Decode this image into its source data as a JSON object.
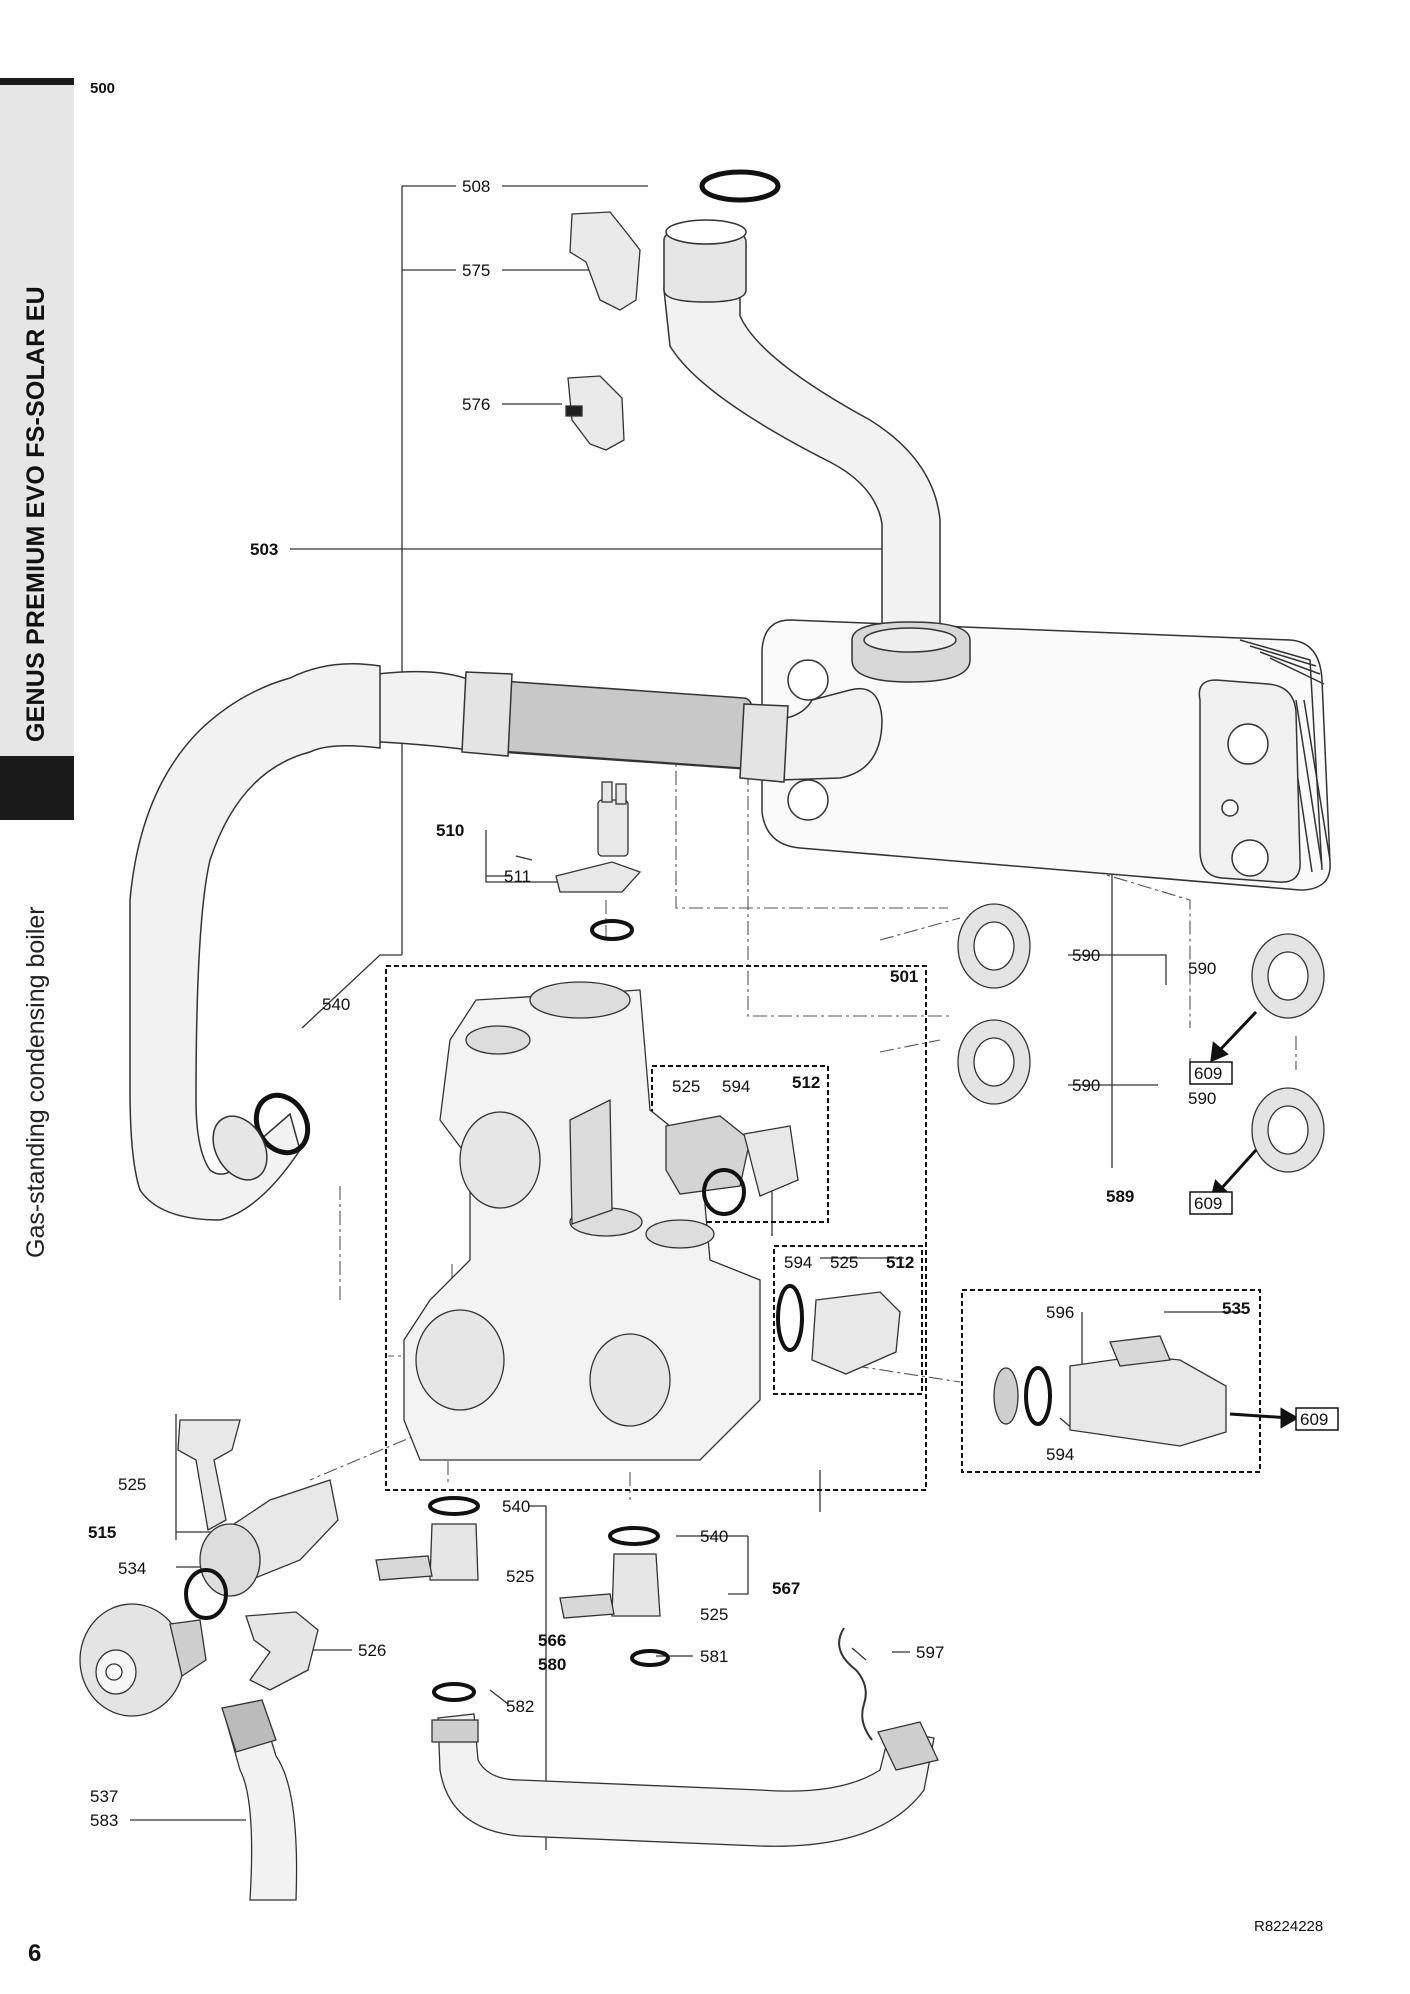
{
  "page": {
    "section": "500",
    "model_title": "GENUS PREMIUM EVO FS-SOLAR EU",
    "subtitle": "Gas-standing condensing boiler",
    "page_number": "6",
    "reference": "R8224228"
  },
  "labels": {
    "l508": "508",
    "l575": "575",
    "l576": "576",
    "l503": "503",
    "l510": "510",
    "l511": "511",
    "l540a": "540",
    "l501": "501",
    "l590a": "590",
    "l590b": "590",
    "l590c": "590",
    "l590d": "590",
    "l609a": "609",
    "l609b": "609",
    "l609c": "609",
    "l589": "589",
    "l525a": "525",
    "l594a": "594",
    "l512a": "512",
    "l594b": "594",
    "l525b": "525",
    "l512b": "512",
    "l596": "596",
    "l535": "535",
    "l594c": "594",
    "l525c": "525",
    "l515": "515",
    "l534": "534",
    "l526": "526",
    "l540b": "540",
    "l525d": "525",
    "l566": "566",
    "l580": "580",
    "l540c": "540",
    "l567": "567",
    "l525e": "525",
    "l581": "581",
    "l582": "582",
    "l597": "597",
    "l537": "537",
    "l583": "583"
  }
}
